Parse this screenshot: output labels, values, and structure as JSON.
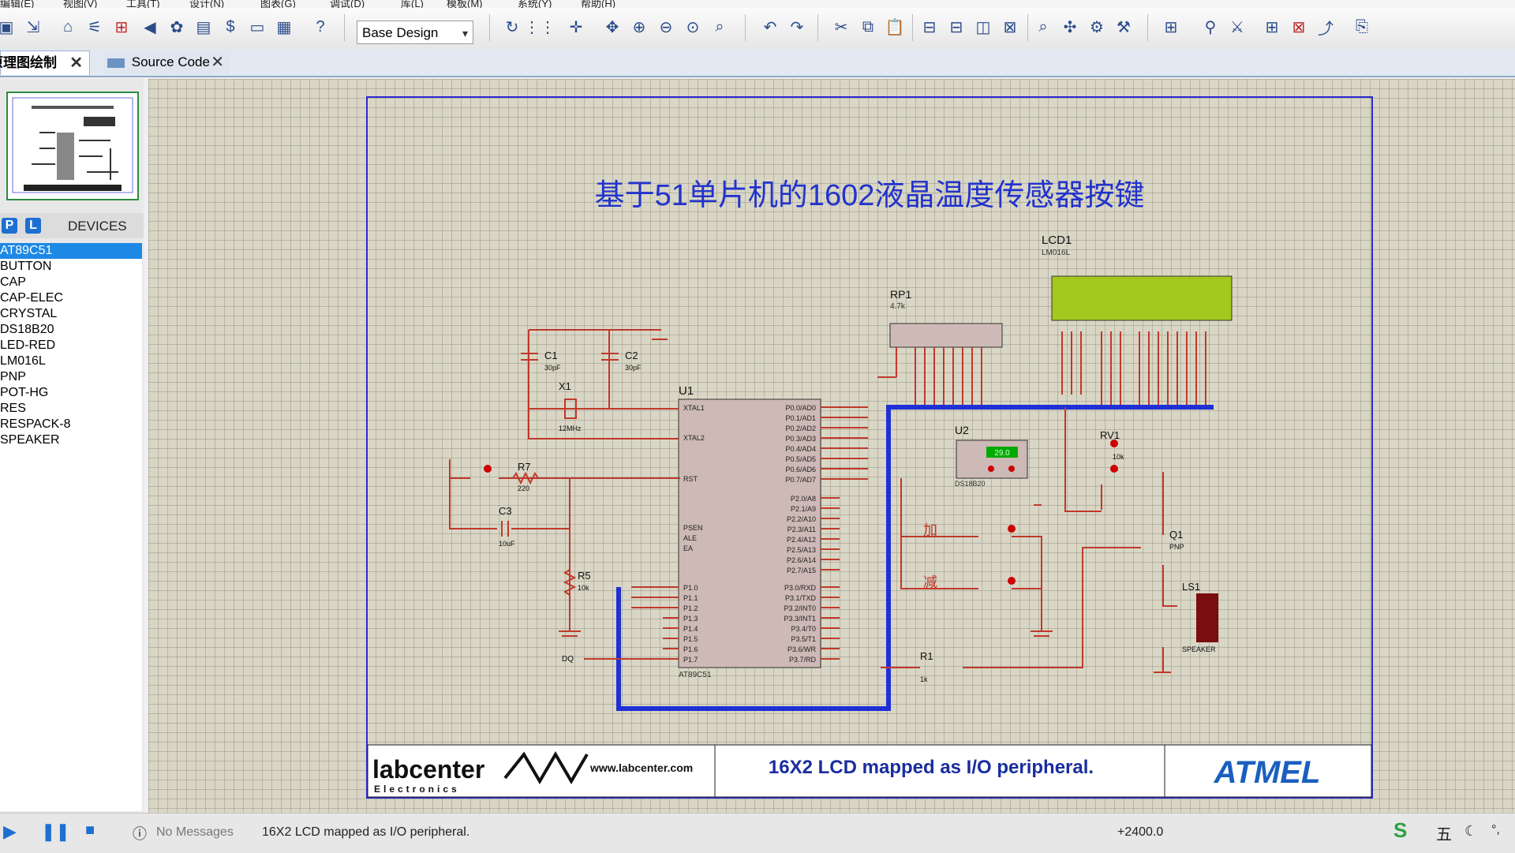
{
  "menu": [
    "编辑(E)",
    "视图(V)",
    "工具(T)",
    "设计(N)",
    "图表(G)",
    "调试(D)",
    "库(L)",
    "模板(M)",
    "系统(Y)",
    "帮助(H)"
  ],
  "toolbar": {
    "design_value": "Base Design"
  },
  "tabs": [
    {
      "label": "原理图绘制",
      "active": true
    },
    {
      "label": "Source Code",
      "active": false
    }
  ],
  "devices": {
    "title": "DEVICES",
    "p_label": "P",
    "l_label": "L",
    "items": [
      "AT89C51",
      "BUTTON",
      "CAP",
      "CAP-ELEC",
      "CRYSTAL",
      "DS18B20",
      "LED-RED",
      "LM016L",
      "PNP",
      "POT-HG",
      "RES",
      "RESPACK-8",
      "SPEAKER"
    ],
    "selected": "AT89C51"
  },
  "schematic": {
    "title": "基于51单片机的1602液晶温度传感器按键",
    "lcd_ref": "LCD1",
    "lcd_part": "LM016L",
    "rp_ref": "RP1",
    "rp_val": "4.7k",
    "c1_ref": "C1",
    "c1_val": "30pF",
    "c2_ref": "C2",
    "c2_val": "30pF",
    "x1_ref": "X1",
    "x1_val": "12MHz",
    "u1_ref": "U1",
    "u1_part": "AT89C51",
    "u2_ref": "U2",
    "u2_part": "DS18B20",
    "u2_display": "29.0",
    "rv1_ref": "RV1",
    "rv1_val": "10k",
    "r7_ref": "R7",
    "r7_val": "220",
    "c3_ref": "C3",
    "c3_val": "10uF",
    "r5_ref": "R5",
    "r5_val": "10k",
    "r1_ref": "R1",
    "r1_val": "1k",
    "q1_ref": "Q1",
    "q1_part": "PNP",
    "ls1_ref": "LS1",
    "ls1_part": "SPEAKER",
    "btn_add": "加",
    "btn_sub": "减",
    "dq_label": "DQ",
    "u1_left_pins": [
      "XTAL1",
      "XTAL2",
      "RST",
      "PSEN",
      "ALE",
      "EA",
      "P1.0",
      "P1.1",
      "P1.2",
      "P1.3",
      "P1.4",
      "P1.5",
      "P1.6",
      "P1.7"
    ],
    "u1_right_pins": [
      "P0.0/AD0",
      "P0.1/AD1",
      "P0.2/AD2",
      "P0.3/AD3",
      "P0.4/AD4",
      "P0.5/AD5",
      "P0.6/AD6",
      "P0.7/AD7",
      "P2.0/A8",
      "P2.1/A9",
      "P2.2/A10",
      "P2.3/A11",
      "P2.4/A12",
      "P2.5/A13",
      "P2.6/A14",
      "P2.7/A15",
      "P3.0/RXD",
      "P3.1/TXD",
      "P3.2/INT0",
      "P3.3/INT1",
      "P3.4/T0",
      "P3.5/T1",
      "P3.6/WR",
      "P3.7/RD"
    ],
    "footer_logo": "labcenter",
    "footer_logo_sub": "Electronics",
    "footer_url": "www.labcenter.com",
    "footer_text": "16X2 LCD mapped as I/O peripheral.",
    "footer_brand": "ATMEL"
  },
  "status": {
    "messages": "No Messages",
    "hint": "16X2 LCD mapped as I/O peripheral.",
    "coord": "+2400.0",
    "ime": "五"
  },
  "colors": {
    "wire": "#c0392b",
    "bus": "#1f2fd6",
    "chip": "#cdb9b5",
    "lcd": "#a3c81e"
  }
}
